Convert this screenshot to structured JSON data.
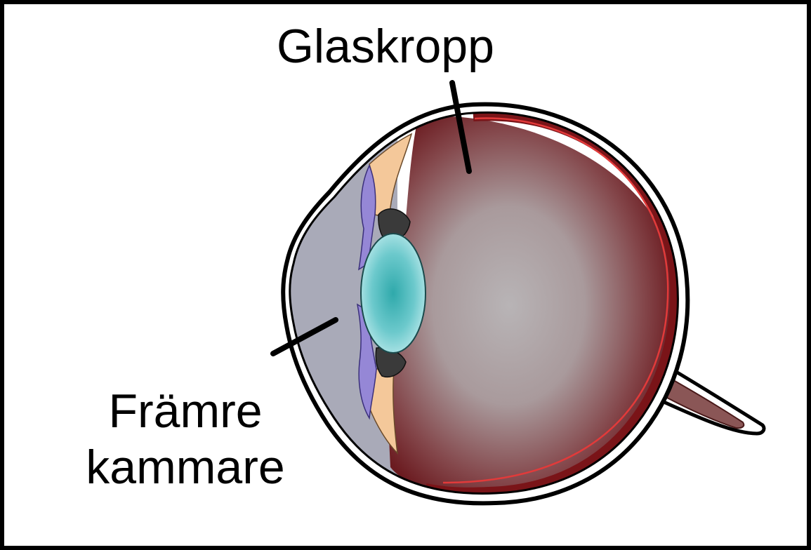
{
  "labels": {
    "vitreous": "Glaskropp",
    "anterior_chamber_line1": "Främre",
    "anterior_chamber_line2": "kammare"
  },
  "colors": {
    "vitreous_center": "#b3adae",
    "vitreous_edge": "#6e1a1e",
    "retina": "#7a1418",
    "retina_highlight": "#e23a3a",
    "sclera": "#ffffff",
    "outline": "#000000",
    "anterior_chamber": "#a9aab8",
    "iris": "#9587d6",
    "ciliary": "#f4c89a",
    "ciliary_muscle": "#3a3a3a",
    "lens_center": "#3fb8b8",
    "lens_edge": "#a8e2e4",
    "optic_nerve": "#8a4f4f"
  }
}
